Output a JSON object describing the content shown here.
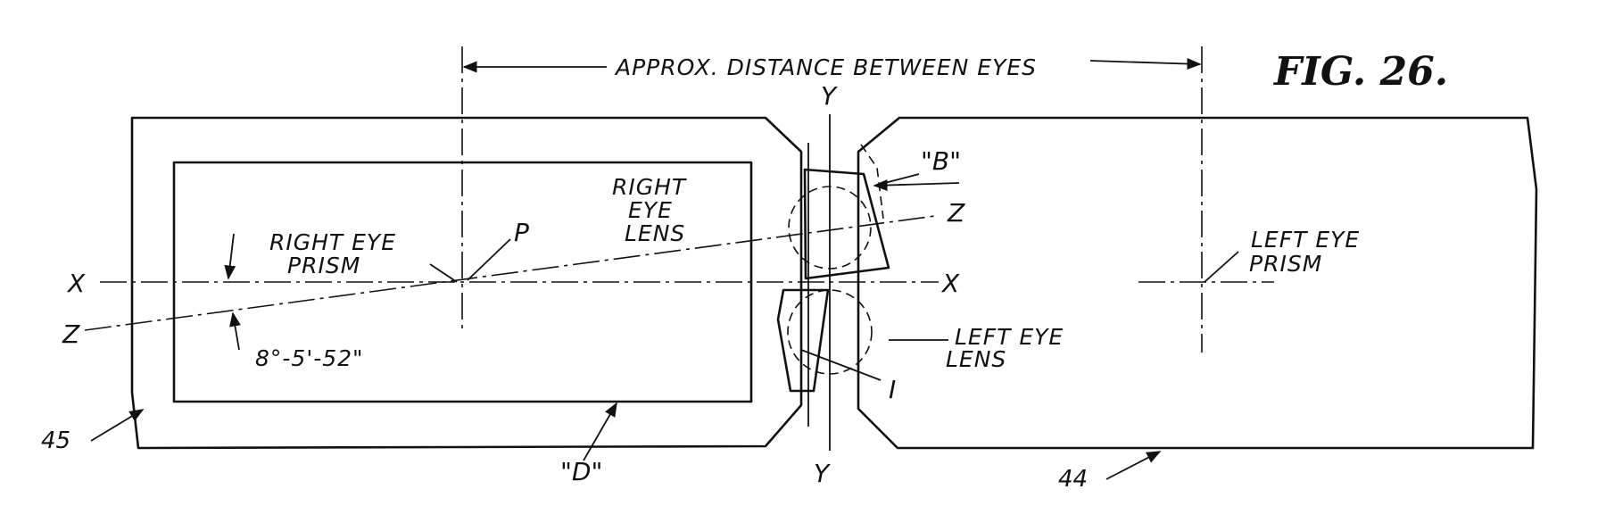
{
  "figure": {
    "title": "FIG. 26.",
    "dimension_label": "APPROX. DISTANCE BETWEEN EYES",
    "labels": {
      "right_eye_prism": [
        "RIGHT EYE",
        "PRISM"
      ],
      "right_eye_lens": [
        "RIGHT",
        "EYE",
        "LENS"
      ],
      "left_eye_prism": [
        "LEFT EYE",
        "PRISM"
      ],
      "left_eye_lens": [
        "LEFT EYE",
        "LENS"
      ],
      "angle": "8°-5'-52\"",
      "point_p": "P",
      "b": "\"B\"",
      "d": "\"D\"",
      "i": "I"
    },
    "axes": {
      "x_left": "X",
      "x_right": "X",
      "y_top": "Y",
      "y_bottom": "Y",
      "z_left": "Z",
      "z_right": "Z"
    },
    "refs": {
      "left_element": "45",
      "right_element": "44"
    }
  }
}
